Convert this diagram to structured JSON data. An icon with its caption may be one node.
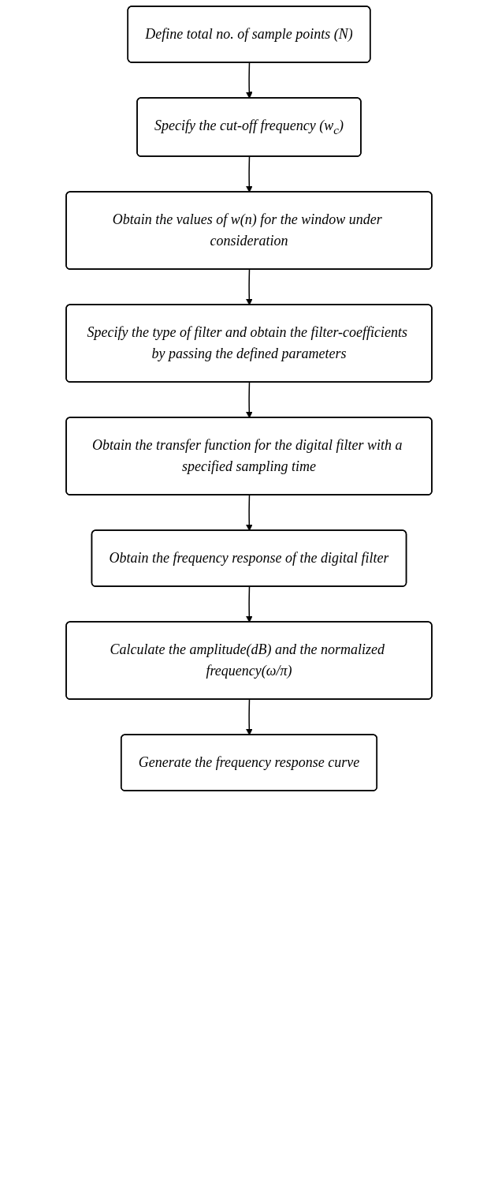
{
  "diagram": {
    "nodes": [
      {
        "text": [
          "Define total no. of sample points (N)"
        ]
      },
      {
        "text": [
          "Specify the cut-off frequency (w$_{c}$)"
        ]
      },
      {
        "text": [
          "Obtain the values of w(n) for the window under consideration"
        ]
      },
      {
        "text": [
          "Specify the type of filter and obtain the filter-coefficients by passing the defined parameters"
        ]
      },
      {
        "text": [
          "Obtain the transfer function for the digital filter with a specified sampling time"
        ]
      },
      {
        "text": [
          "Obtain the frequency response of the digital filter"
        ]
      },
      {
        "text": [
          "Calculate the amplitude(dB) and the normalized frequency(ω/π)"
        ]
      },
      {
        "text": [
          "Generate the frequency response curve"
        ]
      }
    ],
    "edges": [
      {
        "from": 0,
        "to": 1,
        "arrow": "to"
      },
      {
        "from": 1,
        "to": 2,
        "arrow": "to"
      },
      {
        "from": 2,
        "to": 3,
        "arrow": "to"
      },
      {
        "from": 3,
        "to": 4,
        "arrow": "to"
      },
      {
        "from": 4,
        "to": 5,
        "arrow": "to"
      },
      {
        "from": 5,
        "to": 6,
        "arrow": "to"
      },
      {
        "from": 6,
        "to": 7,
        "arrow": "to"
      }
    ]
  }
}
